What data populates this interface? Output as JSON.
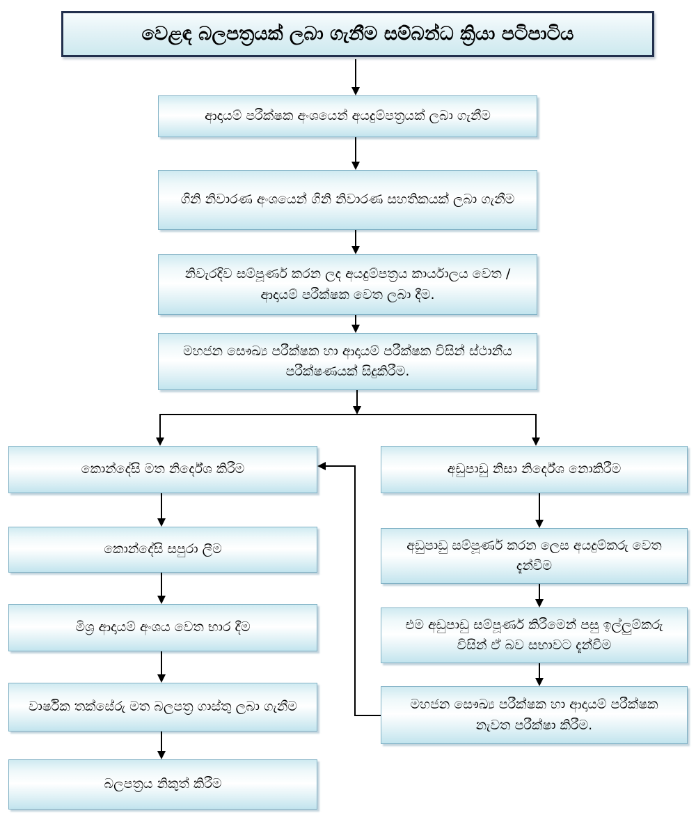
{
  "flowchart": {
    "title": "වෙළඳ බලපත්‍රයක් ලබා ගැනීම සම්බන්ධ ක්‍රියා පටිපාටිය",
    "main_steps": [
      {
        "id": "obtain-application-form",
        "label": "ආදායම් පරීක්ෂක අංශයෙන් අයදුම්පත්‍රයක් ලබා ගැනීම"
      },
      {
        "id": "fire-prevention-certificate",
        "label": "ගිනි නිවාරණ අංශයෙන් ගිනි නිවාරණ සහතිකයක් ලබා ගැනීම"
      },
      {
        "id": "submit-completed-application",
        "label": "නිවැරදිව සම්පූර්ණ කරන ලද අයදුම්පත්‍රය කාර්යාලය වෙත / ආදායම් පරීක්ෂක වෙත ලබා දීම."
      },
      {
        "id": "site-inspection",
        "label": "මහජන සෞඛ්‍ය පරීක්ෂක හා ආදායම් පරීක්ෂක විසින් ස්ථානීය පරීක්ෂණයක් සිදුකිරීම."
      }
    ],
    "recommended_branch": [
      {
        "id": "conditional-recommendation",
        "label": "කොන්දේසි මත නිර්දේශ කිරීම"
      },
      {
        "id": "fulfill-conditions",
        "label": "කොන්දේසි සපුරා ලීම"
      },
      {
        "id": "handover-mixed-revenue",
        "label": "මිශ්‍ර ආදායම් අංශය වෙත භාර දීම"
      },
      {
        "id": "collect-licence-fees",
        "label": "වාර්ෂික තක්සේරු මත බලපත්‍ර ගාස්තු ලබා ගැනීම"
      },
      {
        "id": "issue-licence",
        "label": "බලපත්‍රය නිකුත් කිරීම"
      }
    ],
    "not_recommended_branch": [
      {
        "id": "not-recommended-deficiencies",
        "label": "අඩුපාඩු නිසා නිර්දේශ නොකිරීම"
      },
      {
        "id": "notify-applicant-deficiencies",
        "label": "අඩුපාඩු සම්පූර්ණ කරන ලෙස අයදුම්කරු වෙත දැන්වීම"
      },
      {
        "id": "applicant-informs-council",
        "label": "එම අඩුපාඩු සම්පූර්ණ කිරීමෙන් පසු ඉල්ලුම්කරු විසින් ඒ බව සභාවට දැන්වීම"
      },
      {
        "id": "re-inspection",
        "label": "මහජන සෞඛ්‍ය පරීක්ෂක හා ආදායම් පරීක්ෂක නැවත පරීක්ෂා කිරීම."
      }
    ],
    "colors": {
      "box_border": "#7fb0c4",
      "box_fill_top": "#cfeaf1",
      "box_fill_middle": "#ffffff",
      "box_fill_bottom": "#c2e4ee",
      "title_border": "#22304d",
      "connector": "#000000",
      "text": "#000000",
      "background": "#ffffff"
    }
  }
}
